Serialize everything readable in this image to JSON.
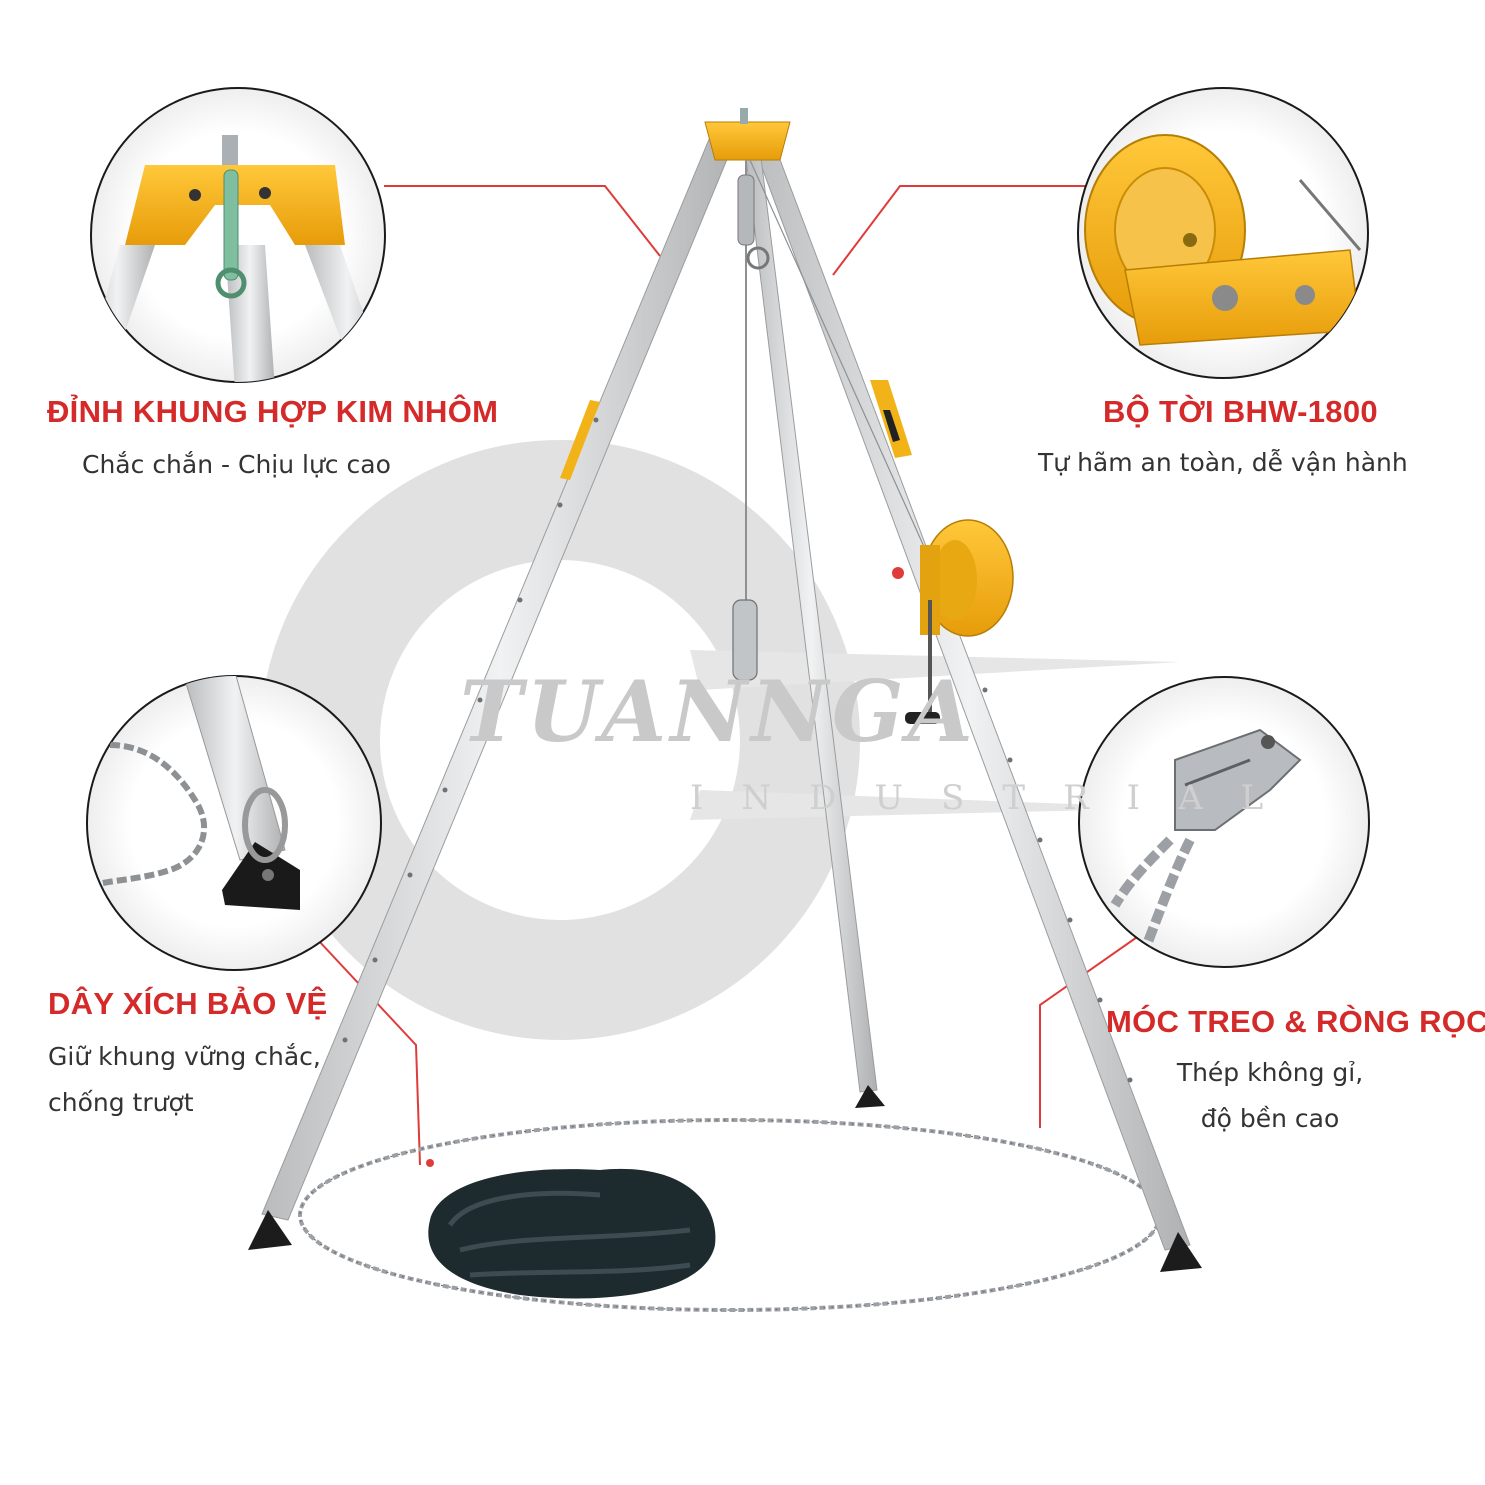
{
  "watermark": {
    "brand": "TUANNGA",
    "tagline": "INDUSTRIAL"
  },
  "colors": {
    "accent": "#d42a2a",
    "text": "#333333",
    "yellow": "#f2b319",
    "aluminium": "#d9dadb",
    "watermark": "#d4d4d4"
  },
  "features": [
    {
      "id": "top",
      "title": "ĐỈNH KHUNG HỢP KIM NHÔM",
      "lines": [
        "Chắc chắn - Chịu lực cao"
      ]
    },
    {
      "id": "winch",
      "title": "BỘ TỜI BHW-1800",
      "lines": [
        "Tự hãm an toàn, dễ vận hành"
      ]
    },
    {
      "id": "chain",
      "title": "DÂY XÍCH BẢO VỆ",
      "lines": [
        "Giữ khung vững chắc,",
        "chống trượt"
      ]
    },
    {
      "id": "hook",
      "title": "MÓC TREO & RÒNG RỌC",
      "lines": [
        "Thép không gỉ,",
        "độ bền cao"
      ]
    }
  ],
  "icons": {
    "top_detail": "tripod-head-icon",
    "winch_detail": "winch-icon",
    "chain_detail": "chain-foot-icon",
    "hook_detail": "hook-pulley-icon"
  }
}
